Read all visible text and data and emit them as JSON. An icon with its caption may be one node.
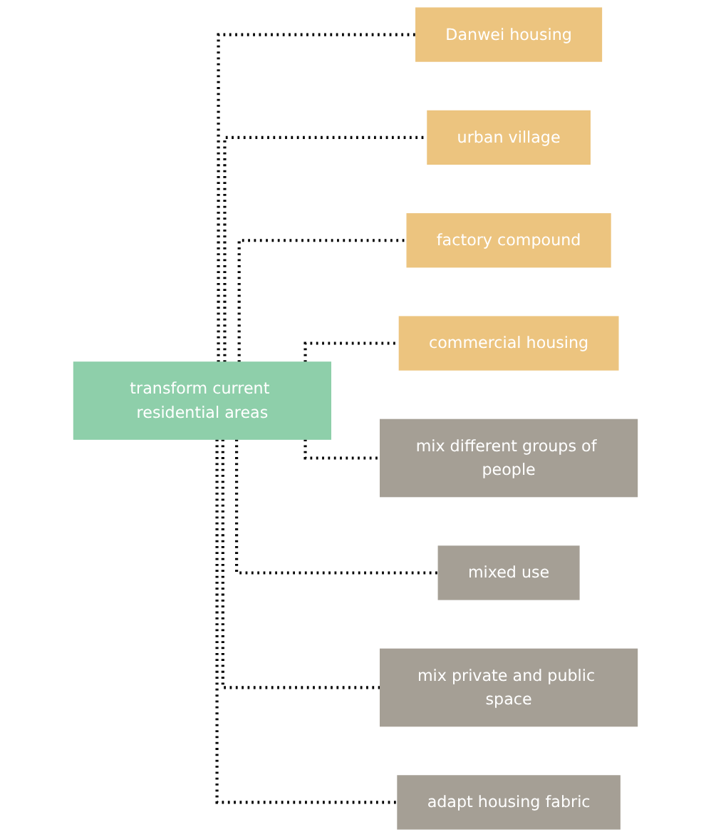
{
  "diagram": {
    "nodes": [
      {
        "text": [
          "transform current residential areas"
        ]
      },
      {
        "text": [
          "Danwei housing"
        ]
      },
      {
        "text": [
          "urban village"
        ]
      },
      {
        "text": [
          "factory compound"
        ]
      },
      {
        "text": [
          "commercial housing"
        ]
      },
      {
        "text": [
          "mix different groups of people"
        ]
      },
      {
        "text": [
          "mixed use"
        ]
      },
      {
        "text": [
          "mix private and public space"
        ]
      },
      {
        "text": [
          "adapt housing fabric"
        ]
      }
    ],
    "edges": [
      {
        "from": 0,
        "to": 1,
        "arrow": "none",
        "style": "dashed"
      },
      {
        "from": 0,
        "to": 2,
        "arrow": "none",
        "style": "dashed"
      },
      {
        "from": 0,
        "to": 3,
        "arrow": "none",
        "style": "dashed"
      },
      {
        "from": 0,
        "to": 4,
        "arrow": "none",
        "style": "dashed"
      },
      {
        "from": 0,
        "to": 5,
        "arrow": "none",
        "style": "dashed"
      },
      {
        "from": 0,
        "to": 6,
        "arrow": "none",
        "style": "dashed"
      },
      {
        "from": 0,
        "to": 7,
        "arrow": "none",
        "style": "dashed"
      },
      {
        "from": 0,
        "to": 8,
        "arrow": "none",
        "style": "dashed"
      }
    ]
  }
}
